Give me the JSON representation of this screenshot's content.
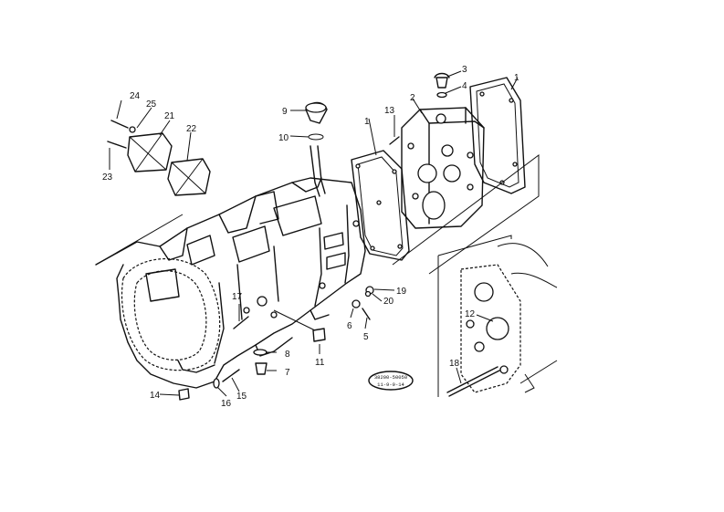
{
  "callouts": [
    {
      "id": "c1a",
      "text": "1"
    },
    {
      "id": "c1b",
      "text": "1"
    },
    {
      "id": "c2",
      "text": "2"
    },
    {
      "id": "c3",
      "text": "3"
    },
    {
      "id": "c4",
      "text": "4"
    },
    {
      "id": "c5",
      "text": "5"
    },
    {
      "id": "c6",
      "text": "6"
    },
    {
      "id": "c7",
      "text": "7"
    },
    {
      "id": "c8",
      "text": "8"
    },
    {
      "id": "c9",
      "text": "9"
    },
    {
      "id": "c10",
      "text": "10"
    },
    {
      "id": "c11",
      "text": "11"
    },
    {
      "id": "c12",
      "text": "12"
    },
    {
      "id": "c13",
      "text": "13"
    },
    {
      "id": "c14",
      "text": "14"
    },
    {
      "id": "c15",
      "text": "15"
    },
    {
      "id": "c16",
      "text": "16"
    },
    {
      "id": "c17",
      "text": "17"
    },
    {
      "id": "c18",
      "text": "18"
    },
    {
      "id": "c19",
      "text": "19"
    },
    {
      "id": "c20",
      "text": "20"
    },
    {
      "id": "c21",
      "text": "21"
    },
    {
      "id": "c22",
      "text": "22"
    },
    {
      "id": "c23",
      "text": "23"
    },
    {
      "id": "c24",
      "text": "24"
    },
    {
      "id": "c25",
      "text": "25"
    }
  ],
  "stamp": {
    "line1": "38200-50050",
    "line2": "11-9-9-14"
  }
}
